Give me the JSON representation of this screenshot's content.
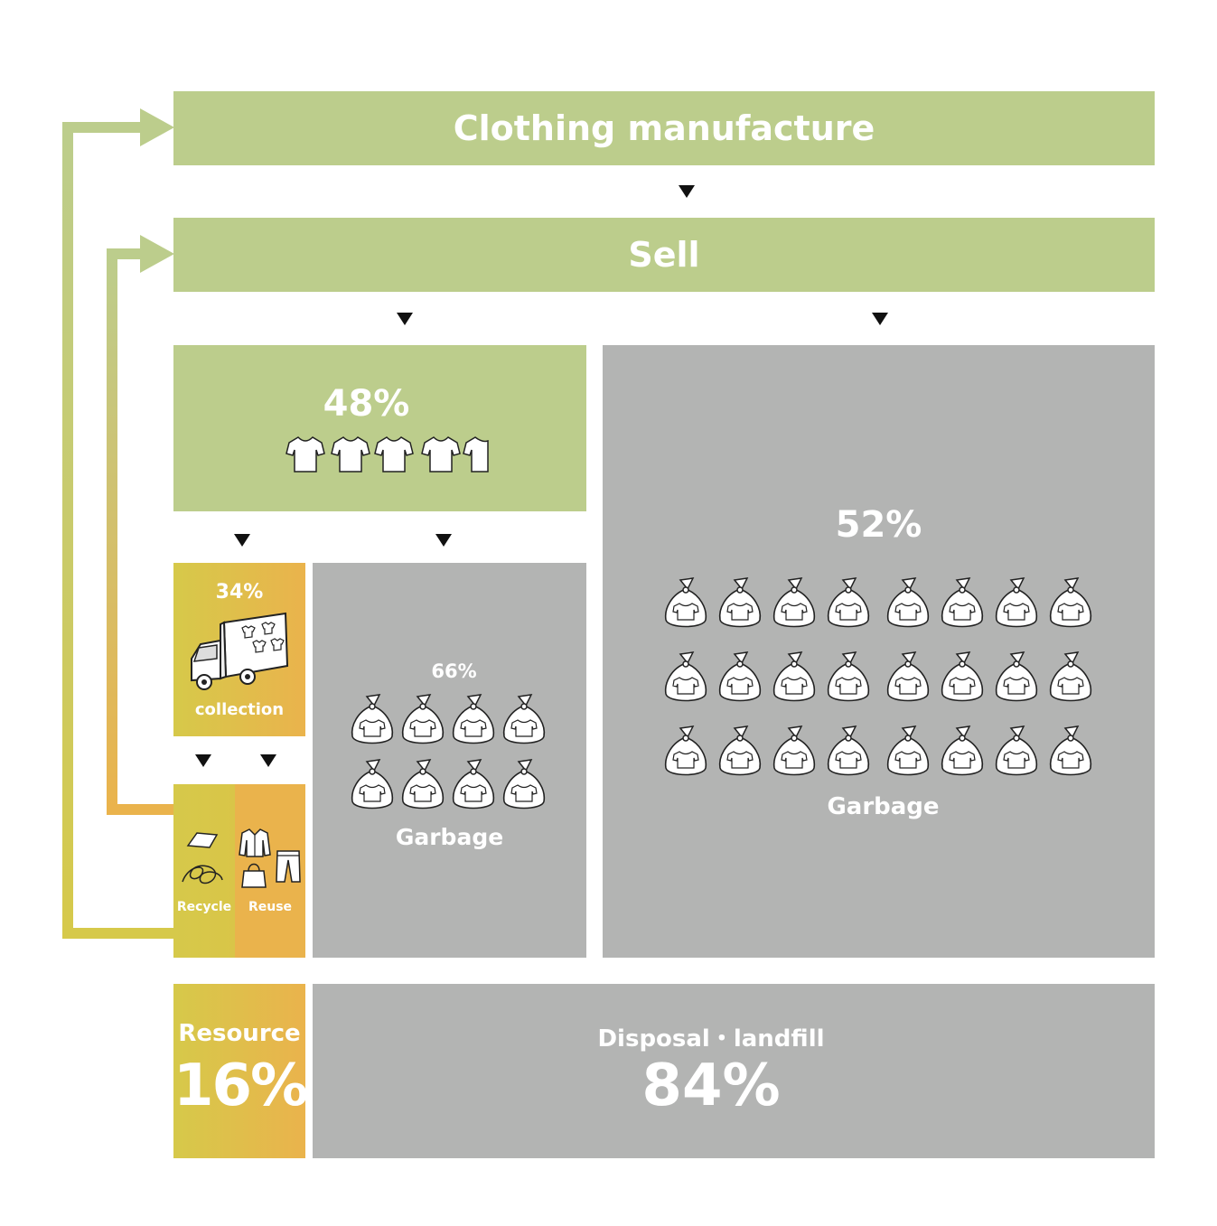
{
  "manufacture": {
    "label": "Clothing manufacture"
  },
  "sell": {
    "label": "Sell"
  },
  "kept": {
    "percent": "48%",
    "shirt_icons": 4.5
  },
  "discarded": {
    "percent": "52%",
    "label": "Garbage",
    "bag_icons": 24
  },
  "collection": {
    "percent": "34%",
    "label": "collection"
  },
  "household_garbage": {
    "percent": "66%",
    "label": "Garbage",
    "bag_icons": 8
  },
  "recycle": {
    "label": "Recycle"
  },
  "reuse": {
    "label": "Reuse"
  },
  "resource": {
    "label": "Resource",
    "percent": "16%"
  },
  "disposal": {
    "label": "Disposal・landfill",
    "percent": "84%"
  },
  "colors": {
    "green": "#bccd8c",
    "grey": "#b3b4b3",
    "yellow": "#d6c94a",
    "orange": "#eab34c",
    "arrow": "#111111"
  }
}
